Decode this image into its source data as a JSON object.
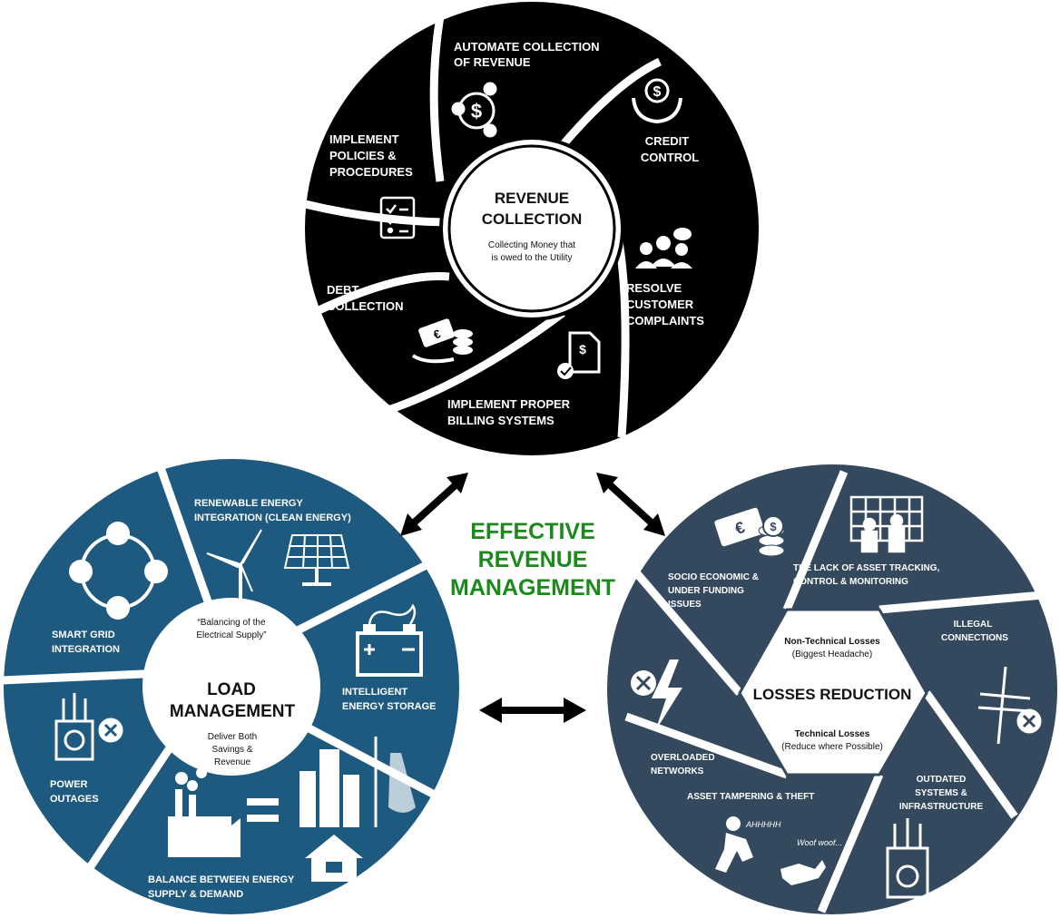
{
  "title_lines": [
    "EFFECTIVE",
    "REVENUE",
    "MANAGEMENT"
  ],
  "colors": {
    "revenue": "#000000",
    "load": "#1e5a80",
    "losses": "#34495e",
    "title": "#1a8a1a",
    "gap": "#ffffff"
  },
  "revenue_collection": {
    "center_title_lines": [
      "REVENUE",
      "COLLECTION"
    ],
    "center_subtitle_lines": [
      "Collecting Money that",
      "is owed to the Utility"
    ],
    "segments": [
      {
        "lines": [
          "AUTOMATE COLLECTION",
          "OF REVENUE"
        ],
        "icon": "gear-dollar-icon"
      },
      {
        "lines": [
          "CREDIT",
          "CONTROL"
        ],
        "icon": "hands-dollar-icon"
      },
      {
        "lines": [
          "RESOLVE",
          "CUSTOMER",
          "COMPLAINTS"
        ],
        "icon": "people-chat-icon"
      },
      {
        "lines": [
          "IMPLEMENT PROPER",
          "BILLING SYSTEMS"
        ],
        "icon": "invoice-check-icon"
      },
      {
        "lines": [
          "DEBT",
          "COLLECTION"
        ],
        "icon": "hand-money-icon"
      },
      {
        "lines": [
          "IMPLEMENT",
          "POLICIES &",
          "PROCEDURES"
        ],
        "icon": "checklist-icon"
      }
    ]
  },
  "load_management": {
    "center_quote_lines": [
      "“Balancing of the",
      "Electrical Supply”"
    ],
    "center_title_lines": [
      "LOAD",
      "MANAGEMENT"
    ],
    "center_subtitle_lines": [
      "Deliver Both",
      "Savings &",
      "Revenue"
    ],
    "segments": [
      {
        "lines": [
          "RENEWABLE ENERGY",
          "INTEGRATION (CLEAN ENERGY)"
        ],
        "icon": "wind-solar-icon"
      },
      {
        "lines": [
          "INTELLIGENT",
          "ENERGY STORAGE"
        ],
        "icon": "battery-icon"
      },
      {
        "lines": [
          "BALANCE BETWEEN ENERGY",
          "SUPPLY & DEMAND"
        ],
        "icon": "factory-equals-city-icon"
      },
      {
        "lines": [
          "POWER",
          "OUTAGES"
        ],
        "icon": "transformer-x-icon"
      },
      {
        "lines": [
          "SMART GRID",
          "INTEGRATION"
        ],
        "icon": "smart-grid-icon"
      }
    ]
  },
  "losses_reduction": {
    "center_title": "LOSSES REDUCTION",
    "non_technical_title": "Non-Technical Losses",
    "non_technical_note": "(Biggest Headache)",
    "technical_title": "Technical Losses",
    "technical_note": "(Reduce where Possible)",
    "segments": [
      {
        "lines": [
          "THE LACK OF ASSET TRACKING,",
          "CONTROL & MONITORING"
        ],
        "icon": "monitoring-icon"
      },
      {
        "lines": [
          "ILLEGAL",
          "CONNECTIONS"
        ],
        "icon": "pole-x-icon"
      },
      {
        "lines": [
          "OUTDATED",
          "SYSTEMS &",
          "INFRASTRUCTURE"
        ],
        "icon": "transformer-icon"
      },
      {
        "lines": [
          "ASSET TAMPERING & THEFT"
        ],
        "icon": "thief-dog-icon",
        "sound_1": "AHHHHH",
        "sound_2": "Woof woof..."
      },
      {
        "lines": [
          "OVERLOADED",
          "NETWORKS"
        ],
        "icon": "bolt-x-icon"
      },
      {
        "lines": [
          "SOCIO ECONOMIC &",
          "UNDER FUNDING",
          "ISSUES"
        ],
        "icon": "money-icon"
      }
    ]
  }
}
